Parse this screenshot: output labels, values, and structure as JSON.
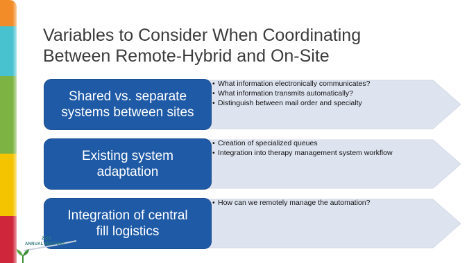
{
  "slide": {
    "title_line1": "Variables to Consider When Coordinating",
    "title_line2": "Between Remote-Hybrid and On-Site"
  },
  "rows": [
    {
      "topic_line1": "Shared vs. separate",
      "topic_line2": "systems between sites",
      "bullets": [
        "What information electronically communicates?",
        "What information transmits automatically?",
        "Distinguish between mail order and specialty"
      ]
    },
    {
      "topic_line1": "Existing system",
      "topic_line2": "adaptation",
      "bullets": [
        "Creation of specialized queues",
        "Integration into therapy management system workflow"
      ]
    },
    {
      "topic_line1": "Integration of central",
      "topic_line2": "fill logistics",
      "bullets": [
        "How can we remotely manage the automation?"
      ]
    }
  ],
  "logo": {
    "year": "2023",
    "label": "ANNUAL MEETING"
  },
  "colors": {
    "topic_box": "#1f5aa6",
    "arrow_fill": "#dde3ef",
    "title_text": "#3b3b3b",
    "stripe": [
      "#f28c28",
      "#49c2d0",
      "#7cb342",
      "#f5c400",
      "#d0263b"
    ]
  }
}
